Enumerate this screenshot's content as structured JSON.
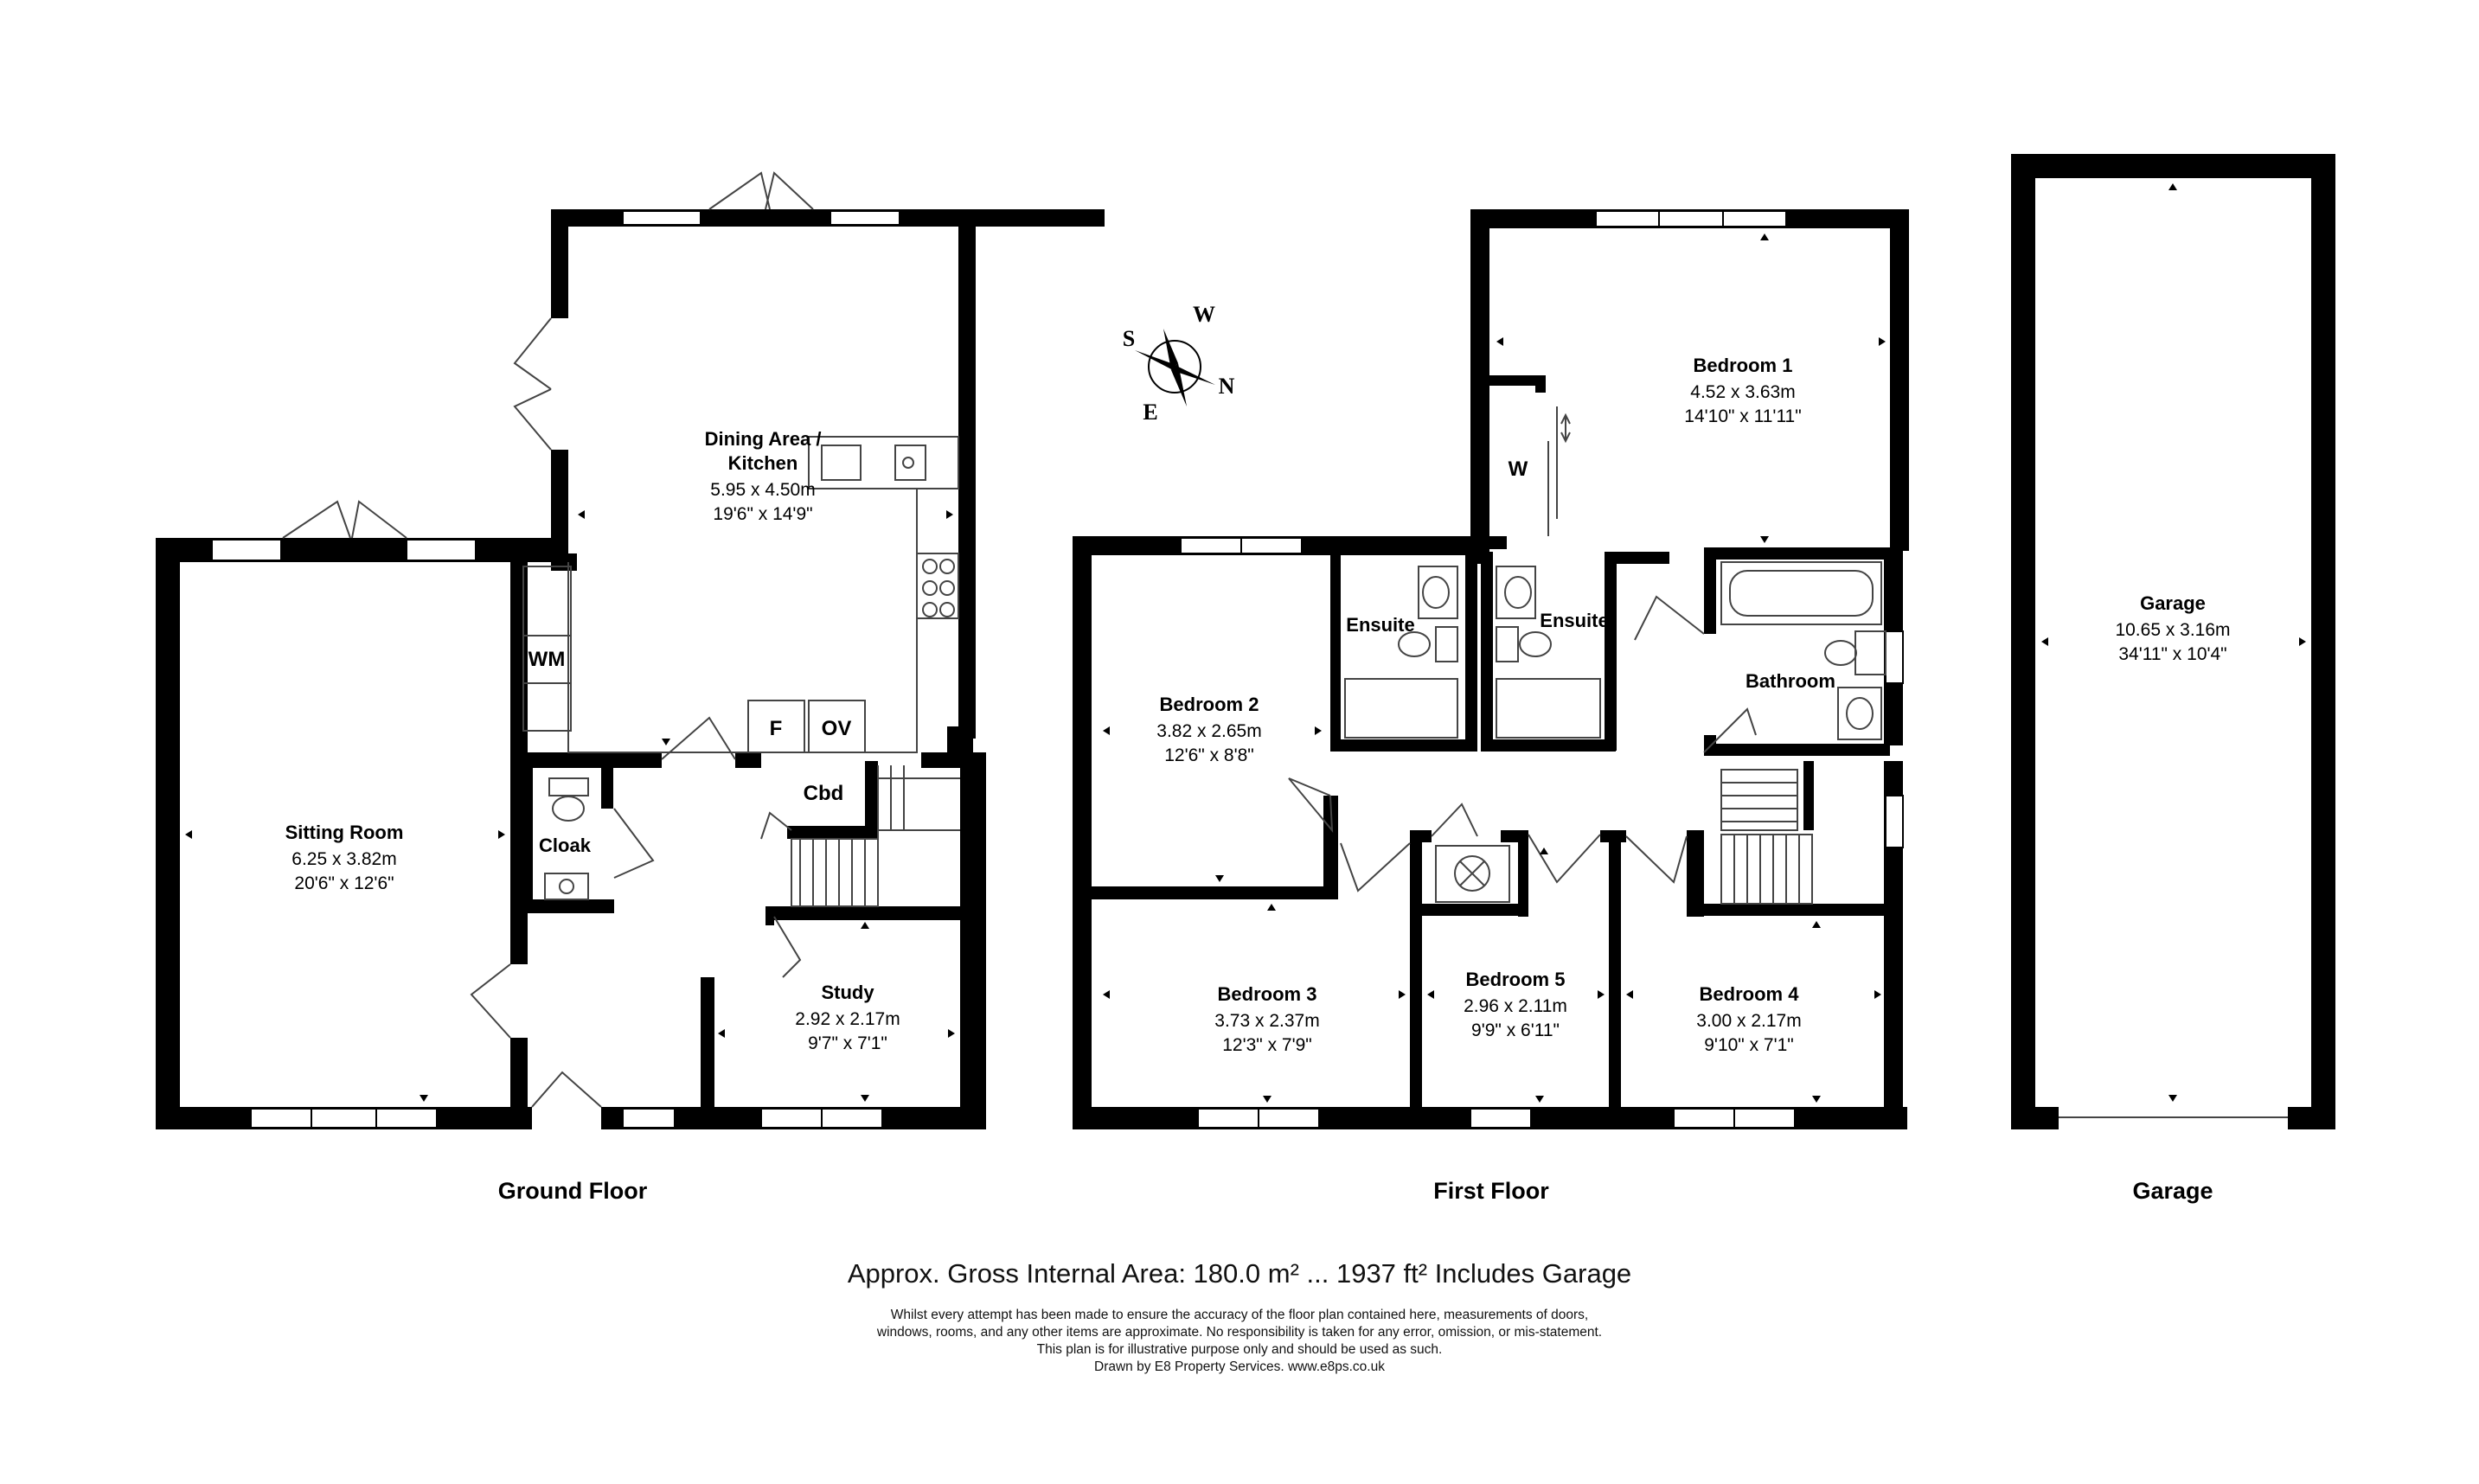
{
  "floors": {
    "ground": "Ground Floor",
    "first": "First Floor",
    "garage": "Garage"
  },
  "rooms": {
    "dining": {
      "name_line1": "Dining Area /",
      "name_line2": "Kitchen",
      "metric": "5.95 x 4.50m",
      "imperial": "19'6\" x 14'9\""
    },
    "sitting": {
      "name": "Sitting Room",
      "metric": "6.25 x 3.82m",
      "imperial": "20'6\" x 12'6\""
    },
    "study": {
      "name": "Study",
      "metric": "2.92 x 2.17m",
      "imperial": "9'7\" x 7'1\""
    },
    "cloak": {
      "name": "Cloak"
    },
    "bedroom1": {
      "name": "Bedroom 1",
      "metric": "4.52 x 3.63m",
      "imperial": "14'10\" x 11'11\""
    },
    "bedroom2": {
      "name": "Bedroom 2",
      "metric": "3.82 x 2.65m",
      "imperial": "12'6\" x 8'8\""
    },
    "bedroom3": {
      "name": "Bedroom 3",
      "metric": "3.73 x 2.37m",
      "imperial": "12'3\" x 7'9\""
    },
    "bedroom4": {
      "name": "Bedroom 4",
      "metric": "3.00 x 2.17m",
      "imperial": "9'10\" x 7'1\""
    },
    "bedroom5": {
      "name": "Bedroom 5",
      "metric": "2.96 x 2.11m",
      "imperial": "9'9\" x 6'11\""
    },
    "ensuite_left": {
      "name": "Ensuite"
    },
    "ensuite_right": {
      "name": "Ensuite"
    },
    "bathroom": {
      "name": "Bathroom"
    },
    "garage": {
      "name": "Garage",
      "metric": "10.65 x 3.16m",
      "imperial": "34'11\" x 10'4\""
    }
  },
  "fixtures": {
    "wm": "WM",
    "fridge": "F",
    "oven": "OV",
    "cupboard": "Cbd",
    "wardrobe": "W"
  },
  "compass": {
    "s": "S",
    "w": "W",
    "n": "N",
    "e": "E"
  },
  "footer": {
    "area": "Approx. Gross Internal Area: 180.0 m² ... 1937 ft² Includes Garage",
    "disclaimer_1": "Whilst every attempt has been made to ensure the accuracy of the floor plan contained here, measurements of doors,",
    "disclaimer_2": "windows, rooms, and any other items are approximate. No responsibility is taken for any error, omission, or mis-statement.",
    "disclaimer_3": "This plan is for illustrative purpose only and should be used as such.",
    "disclaimer_4": "Drawn by E8 Property Services. www.e8ps.co.uk"
  },
  "colors": {
    "wall": "#000000",
    "line": "#444444",
    "background": "#ffffff"
  }
}
